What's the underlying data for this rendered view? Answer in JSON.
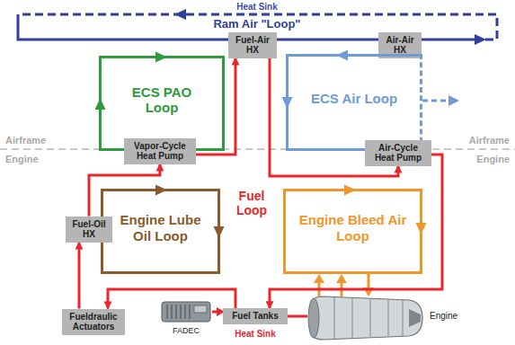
{
  "diagram": {
    "nodes": [
      {
        "text": [
          "Fuel-Air HX"
        ]
      },
      {
        "text": [
          "Air-Air HX"
        ]
      },
      {
        "text": [
          "ECS PAO Loop"
        ]
      },
      {
        "text": [
          "ECS Air Loop"
        ]
      },
      {
        "text": [
          "Vapor-Cycle Heat Pump"
        ]
      },
      {
        "text": [
          "Air-Cycle Heat Pump"
        ]
      },
      {
        "text": [
          "Engine Lube Oil Loop"
        ]
      },
      {
        "text": [
          "Fuel-Oil HX"
        ]
      },
      {
        "text": [
          "Engine Bleed Air Loop"
        ]
      },
      {
        "text": [
          "Fueldraulic Actuators"
        ]
      },
      {
        "text": [
          "Fuel Tanks"
        ]
      }
    ],
    "edges": [
      {
        "from": 7,
        "to": 4,
        "arrow": "to"
      },
      {
        "from": 4,
        "to": 0,
        "arrow": "to"
      },
      {
        "from": 0,
        "to": 5,
        "arrow": "to"
      },
      {
        "from": 5,
        "to": 10,
        "arrow": "to"
      },
      {
        "from": 10,
        "to": 9,
        "arrow": "to"
      },
      {
        "from": 9,
        "to": 7,
        "arrow": "to"
      }
    ],
    "labels": [
      "Heat Sink",
      "Ram Air \"Loop\"",
      "Airframe",
      "Airframe",
      "Engine",
      "Engine",
      "Fuel Loop",
      "FADEC",
      "Heat Sink",
      "Engine"
    ]
  }
}
